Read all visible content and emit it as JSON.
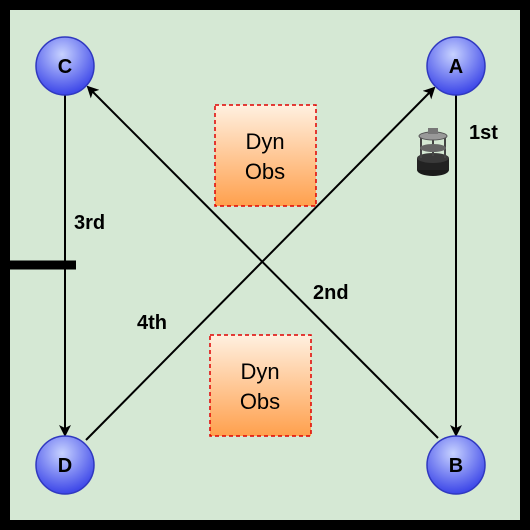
{
  "arena": {
    "background_color": "#d5e8d4",
    "border_color": "#000000"
  },
  "waypoints": [
    {
      "id": "A",
      "label": "A"
    },
    {
      "id": "B",
      "label": "B"
    },
    {
      "id": "C",
      "label": "C"
    },
    {
      "id": "D",
      "label": "D"
    }
  ],
  "paths": [
    {
      "from": "A",
      "to": "B",
      "label": "1st"
    },
    {
      "from": "B",
      "to": "C",
      "label": "2nd"
    },
    {
      "from": "C",
      "to": "D",
      "label": "3rd"
    },
    {
      "from": "D",
      "to": "A",
      "label": "4th"
    }
  ],
  "obstacles": [
    {
      "line1": "Dyn",
      "line2": "Obs"
    },
    {
      "line1": "Dyn",
      "line2": "Obs"
    }
  ],
  "colors": {
    "waypoint_fill_start": "#c7d2ff",
    "waypoint_fill_end": "#3a44e8",
    "obstacle_fill_start": "#fff0e0",
    "obstacle_fill_end": "#ffa04d",
    "obstacle_border": "#e00000"
  },
  "icons": {
    "robot": "mobile-robot-icon"
  }
}
